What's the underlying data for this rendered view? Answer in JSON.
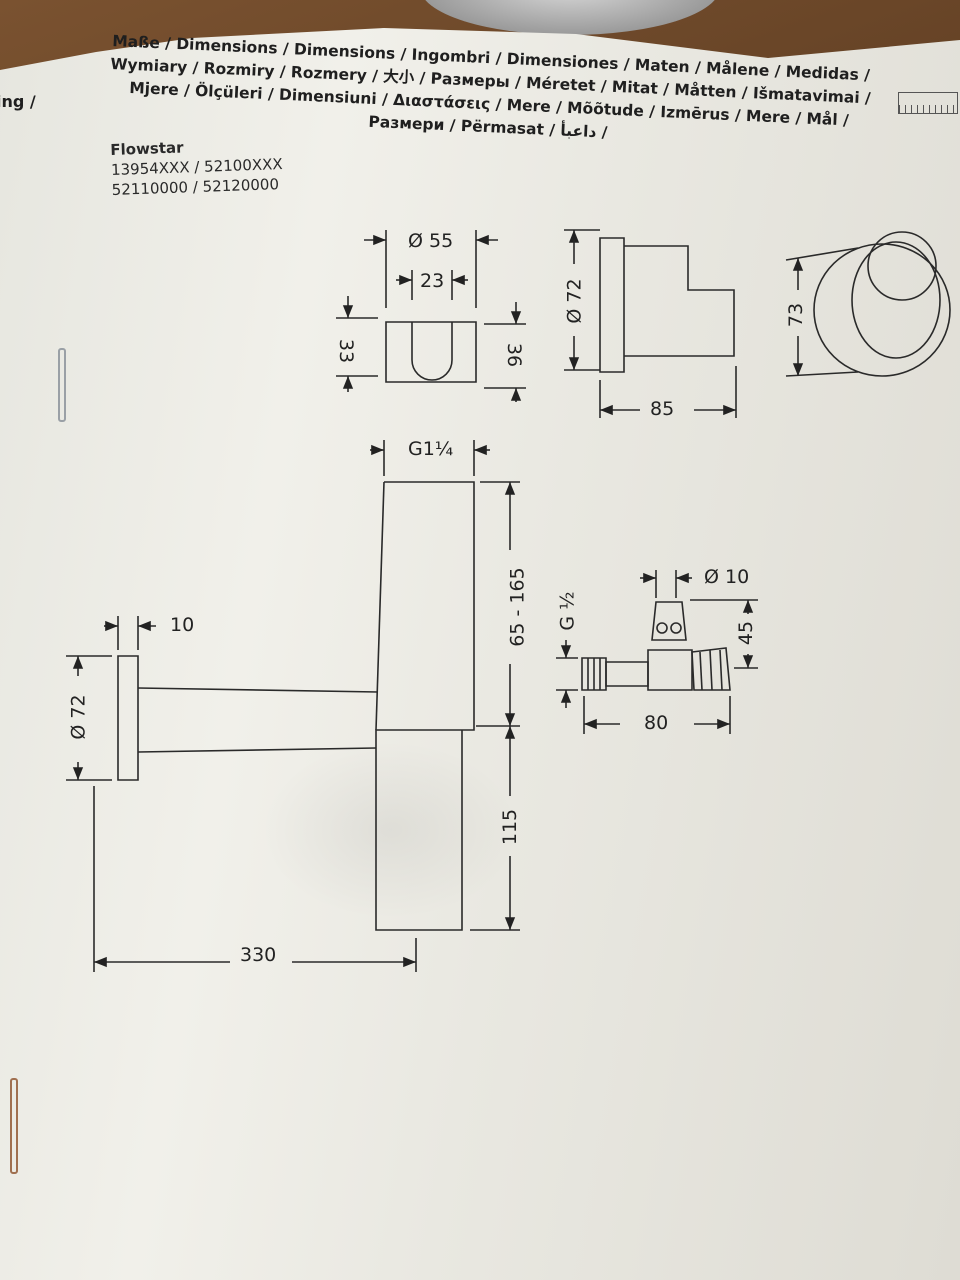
{
  "header": {
    "lines": [
      "Maße / Dimensions / Dimensions / Ingombri / Dimensiones / Maten / Målene / Medidas /",
      "Wymiary / Rozmiry / Rozmery / 大小 / Размеры / Méretet / Mitat / Måtten / Išmatavimai /",
      "Mjere / Ölçüleri / Dimensiuni / Διαστάσεις / Mere / Mõõtude / Izmērus / Mere / Mål /",
      "Размери / Përmasat / داعبأ /"
    ],
    "cut_word": "ing /"
  },
  "product": {
    "name": "Flowstar",
    "codes": [
      "13954XXX / 52100XXX",
      "52110000 / 52120000"
    ]
  },
  "dimensions": {
    "cap_diameter": "Ø 55",
    "cap_inner": "23",
    "cap_height_left": "33",
    "cap_height_right": "36",
    "side_diameter": "Ø 72",
    "side_depth": "85",
    "round_cover": "73",
    "thread_top": "G1¼",
    "body_range": "65 - 165",
    "body_lower": "115",
    "flange_thickness": "10",
    "flange_diameter": "Ø 72",
    "total_length": "330",
    "valve_diameter": "Ø 10",
    "valve_height": "45",
    "valve_thread": "G ½",
    "valve_length": "80"
  }
}
